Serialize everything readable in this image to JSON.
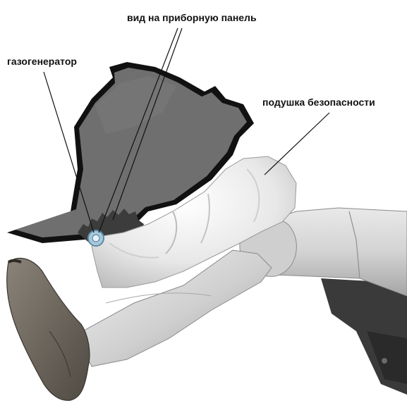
{
  "labels": {
    "inflator": "газогенератор",
    "dashboard_view": "вид на приборную панель",
    "airbag": "подушка безопасности"
  },
  "colors": {
    "dashboard": "#6f6f6f",
    "dashboard_edge": "#111111",
    "leg_light": "#dedede",
    "leg_mid": "#b4b4b4",
    "shoe": "#6e675e",
    "airbag_light": "#f2f2f2",
    "airbag_shade": "#c9c9c9",
    "inflator": "#8fb6cf"
  }
}
